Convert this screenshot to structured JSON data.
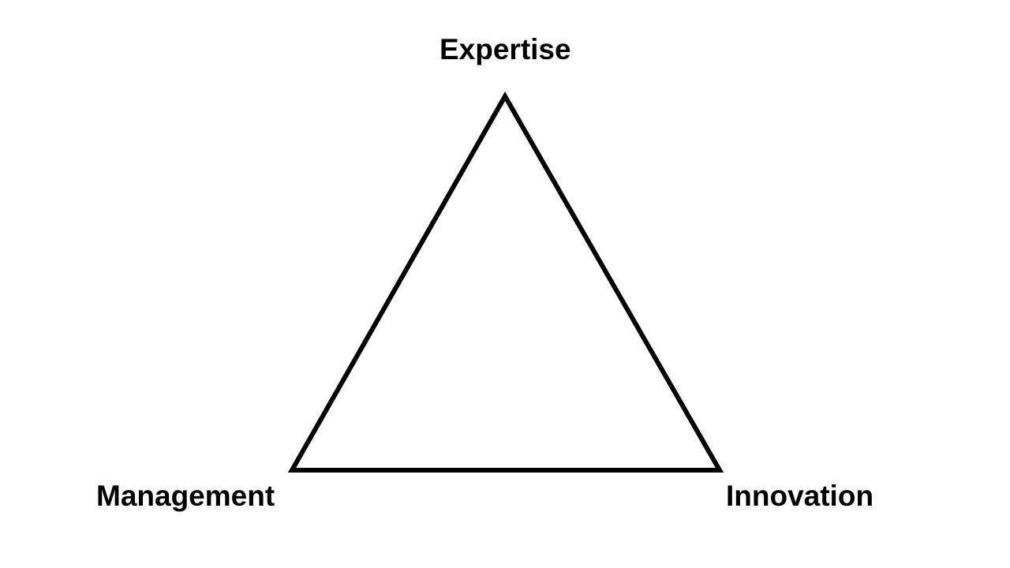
{
  "diagram": {
    "type": "triangle",
    "stroke_color": "#000000",
    "fill_color": "#ffffff",
    "vertices": {
      "top": {
        "label": "Expertise"
      },
      "bottom_left": {
        "label": "Management"
      },
      "bottom_right": {
        "label": "Innovation"
      }
    }
  }
}
